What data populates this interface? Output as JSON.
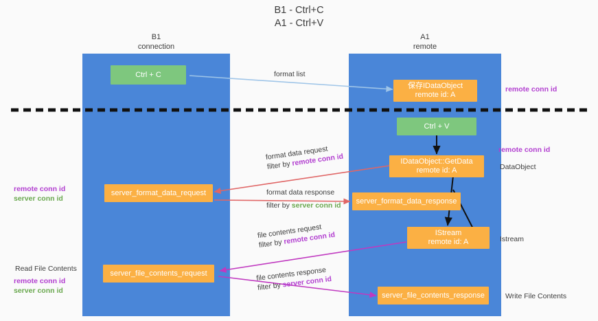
{
  "title": {
    "line1": "B1 - Ctrl+C",
    "line2": "A1 - Ctrl+V"
  },
  "lanes": [
    {
      "id": "b1",
      "name": "B1",
      "role": "connection"
    },
    {
      "id": "a1",
      "name": "A1",
      "role": "remote"
    }
  ],
  "nodes": {
    "ctrl_c": {
      "label": "Ctrl + C"
    },
    "data_object": {
      "line1": "保存IDataObject",
      "line2": "remote id: A"
    },
    "ctrl_v": {
      "label": "Ctrl + V"
    },
    "get_data": {
      "line1": "IDataObject::GetData",
      "line2": "remote id: A"
    },
    "server_format_data_request": {
      "label": "server_format_data_request"
    },
    "server_format_data_response": {
      "label": "server_format_data_response"
    },
    "istream": {
      "line1": "IStream",
      "line2": "remote id: A"
    },
    "server_file_contents_request": {
      "label": "server_file_contents_request"
    },
    "server_file_contents_response": {
      "label": "server_file_contents_response"
    }
  },
  "edges": {
    "format_list": {
      "label": "format list"
    },
    "format_data_request": {
      "label": "format data request",
      "filter_prefix": "filter by ",
      "filter_key": "remote conn id"
    },
    "format_data_response": {
      "label": "format data response",
      "filter_prefix": "filter by ",
      "filter_key": "server conn id"
    },
    "file_contents_request": {
      "label": "file contents request",
      "filter_prefix": "filter by ",
      "filter_key": "remote conn id"
    },
    "file_contents_response": {
      "label": "file contents response",
      "filter_prefix": "filter by ",
      "filter_key": "server conn id"
    }
  },
  "side_labels": {
    "remote_conn_id_top": "remote conn id",
    "remote_conn_id_mid": "remote conn id",
    "data_object": "DataObject",
    "istream": "Istream",
    "write_file_contents": "Write File Contents"
  },
  "left_legend": {
    "remote_conn_id": "remote conn id",
    "server_conn_id": "server conn id",
    "read_file_contents": "Read File Contents",
    "remote_conn_id_2": "remote conn id",
    "server_conn_id_2": "server conn id"
  },
  "colors": {
    "lane": "#4a86d8",
    "green_node": "#7ec77e",
    "orange_node": "#fbb044",
    "remote_conn": "#b23fd0",
    "server_conn": "#6aa84f",
    "arrow_red": "#e06666",
    "arrow_magenta": "#c039c0",
    "arrow_blue": "#9fc5e8",
    "arrow_black": "#111111",
    "divider": "#111111"
  }
}
